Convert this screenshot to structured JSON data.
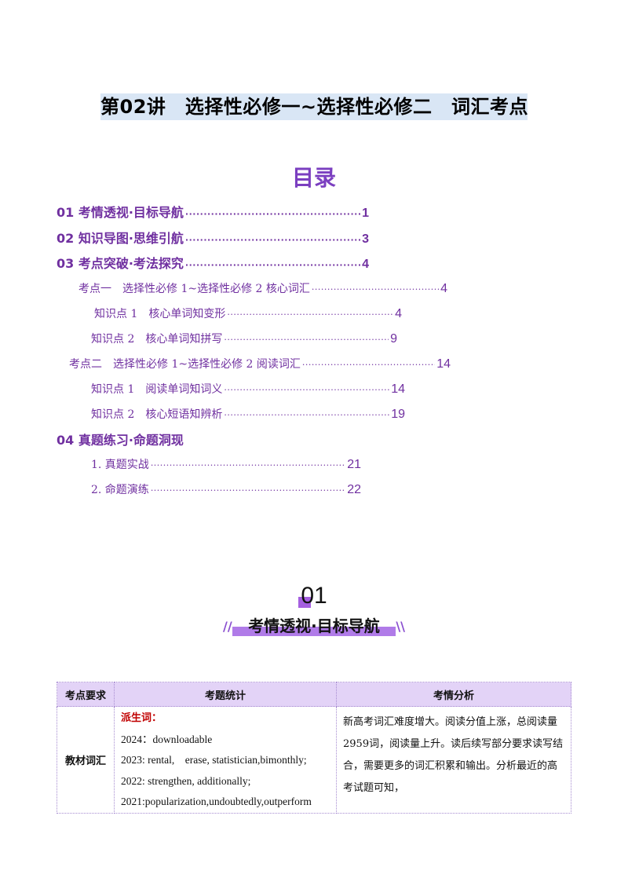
{
  "doc": {
    "title": "第02讲　选择性必修一~选择性必修二　词汇考点",
    "toc_heading": "目录"
  },
  "toc": [
    {
      "label": "01  考情透视·目标导航",
      "page": "1"
    },
    {
      "label": "02  知识导图·思维引航",
      "page": "3"
    },
    {
      "label": "03  考点突破·考法探究",
      "page": "4"
    },
    {
      "label": "考点一　选择性必修 1~选择性必修 2 核心词汇",
      "page": "4"
    },
    {
      "label": "知识点 1　核心单词知变形",
      "page": "4"
    },
    {
      "label": "知识点 2　核心单词知拼写",
      "page": "9"
    },
    {
      "label": "考点二　选择性必修 1~选择性必修 2 阅读词汇",
      "page": "14"
    },
    {
      "label": "知识点 1　阅读单词知词义",
      "page": "14"
    },
    {
      "label": "知识点 2　核心短语知辨析",
      "page": "19"
    },
    {
      "label": "04  真题练习·命题洞现",
      "page": ""
    },
    {
      "label": "1.  真题实战",
      "page": "21"
    },
    {
      "label": "2.  命题演练",
      "page": "22"
    }
  ],
  "section": {
    "number": "01",
    "title": "考情透视·目标导航",
    "slash_left": "//",
    "slash_right": "\\\\"
  },
  "table": {
    "headers": [
      "考点要求",
      "考题统计",
      "考情分析"
    ],
    "row_label": "教材词汇",
    "stats_subtitle": "派生词：",
    "stats_lines": [
      "2024：downloadable",
      "2023: rental,　erase,  statistician,bimonthly;",
      "2022:  strengthen,  additionally;",
      "2021:popularization,undoubtedly,outperform"
    ],
    "analysis": "新高考词汇难度增大。阅读分值上涨，总阅读量2959词，阅读量上升。读后续写部分要求读写结合，需要更多的词汇积累和输出。分析最近的高考试题可知，"
  },
  "colors": {
    "accent": "#7030a0",
    "title_bg": "#d9e6f5",
    "header_bg": "#e3d3f7",
    "highlight_red": "#c00000"
  }
}
